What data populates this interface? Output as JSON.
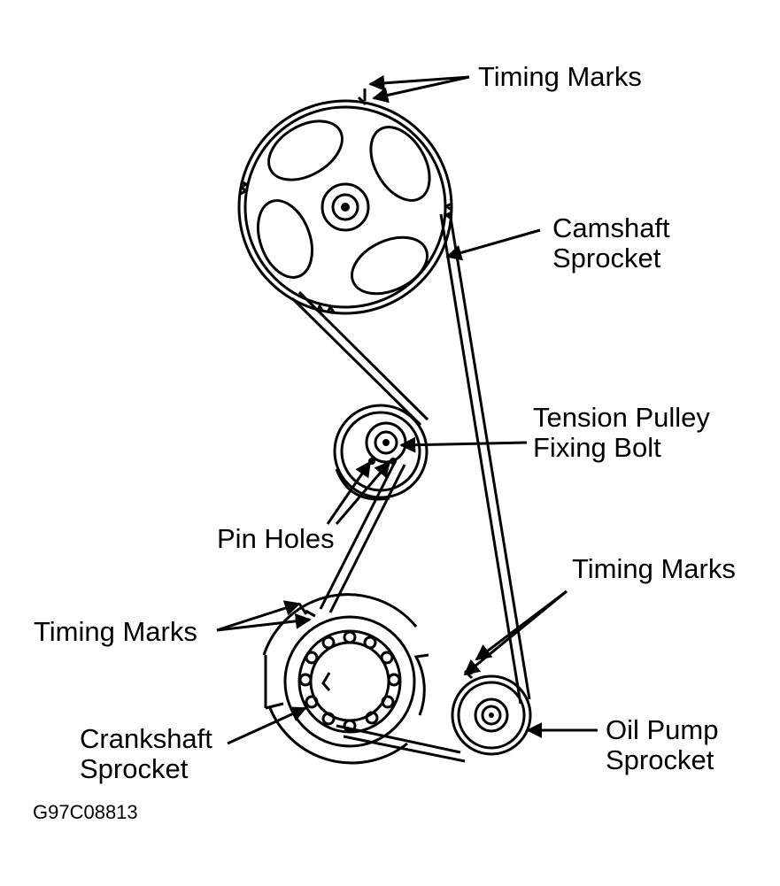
{
  "labels": {
    "timing_marks_top": "Timing Marks",
    "camshaft_1": "Camshaft",
    "camshaft_2": "Sprocket",
    "tension_1": "Tension Pulley",
    "tension_2": "Fixing Bolt",
    "pin_holes": "Pin Holes",
    "timing_marks_right": "Timing Marks",
    "timing_marks_left": "Timing Marks",
    "crank_1": "Crankshaft",
    "crank_2": "Sprocket",
    "oil_1": "Oil Pump",
    "oil_2": "Sprocket",
    "figure_code": "G97C08813"
  }
}
